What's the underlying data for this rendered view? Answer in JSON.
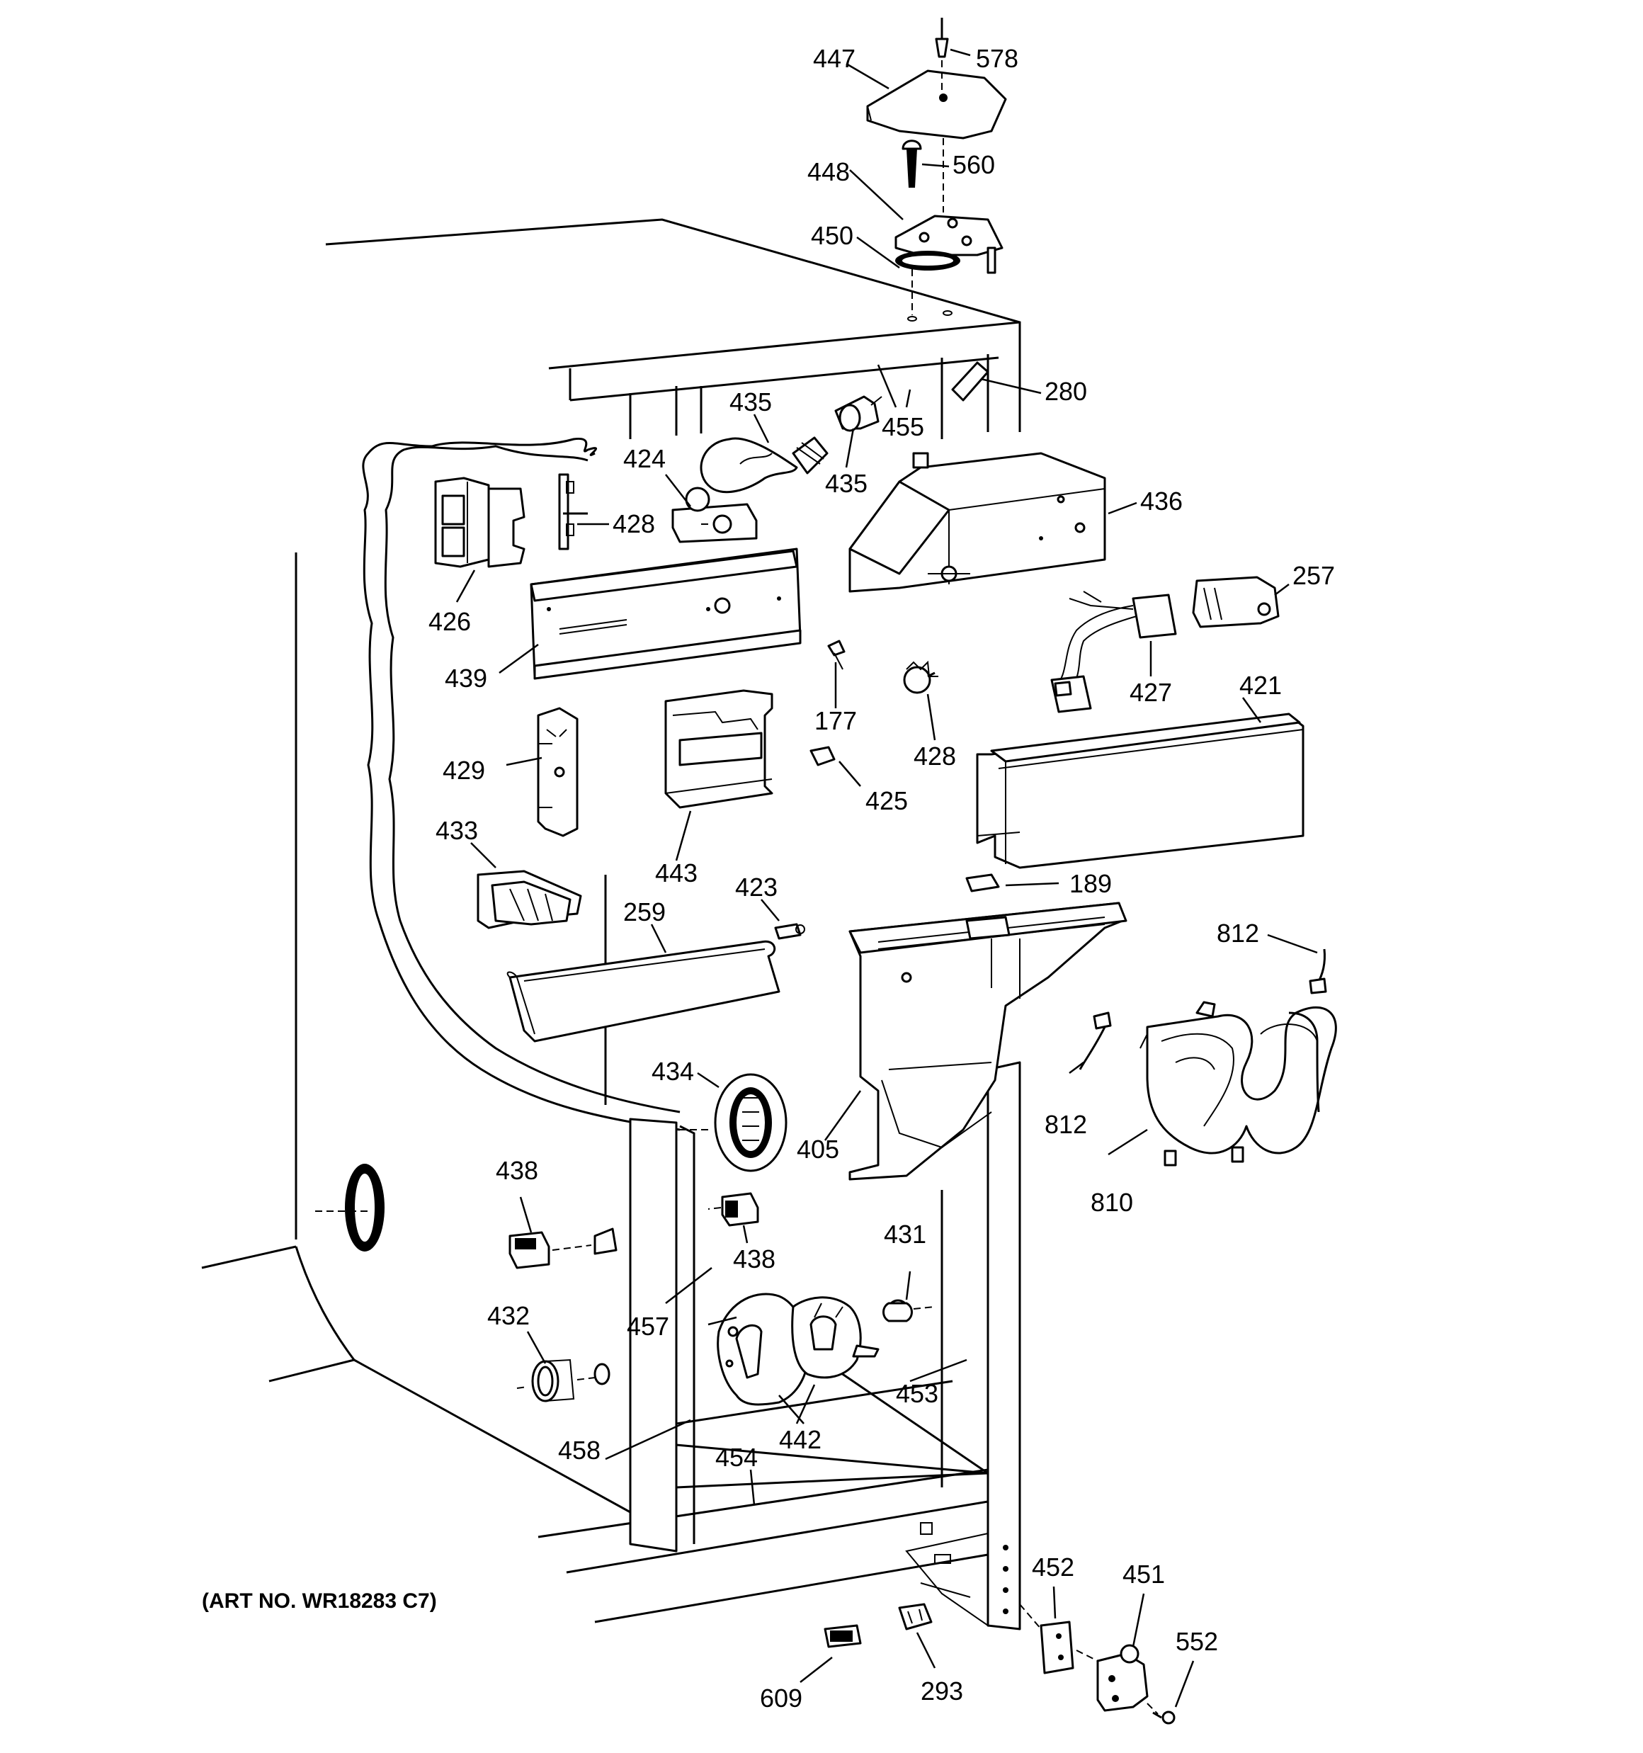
{
  "diagram": {
    "art_number": "(ART NO. WR18283 C7)",
    "callouts": {
      "c447": "447",
      "c578": "578",
      "c448": "448",
      "c560": "560",
      "c450": "450",
      "c280": "280",
      "c435a": "435",
      "c435b": "435",
      "c455": "455",
      "c424": "424",
      "c428a": "428",
      "c426": "426",
      "c436": "436",
      "c257": "257",
      "c439": "439",
      "c177": "177",
      "c428b": "428",
      "c427": "427",
      "c421": "421",
      "c429": "429",
      "c425": "425",
      "c443": "443",
      "c433": "433",
      "c423": "423",
      "c259": "259",
      "c189": "189",
      "c812a": "812",
      "c812b": "812",
      "c434": "434",
      "c405": "405",
      "c810": "810",
      "c438a": "438",
      "c438b": "438",
      "c431": "431",
      "c432": "432",
      "c457": "457",
      "c453": "453",
      "c442": "442",
      "c458": "458",
      "c454": "454",
      "c452": "452",
      "c451": "451",
      "c552": "552",
      "c609": "609",
      "c293": "293"
    }
  }
}
